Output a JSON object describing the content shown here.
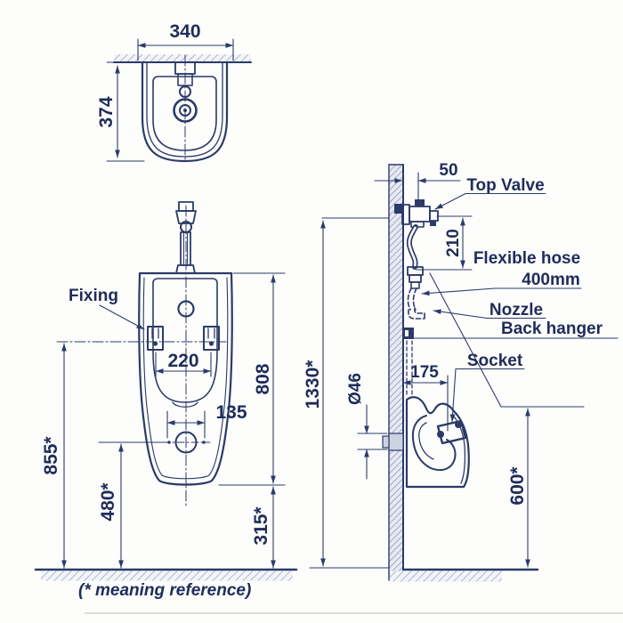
{
  "drawing": {
    "title_note": "(* meaning reference)",
    "colors": {
      "ink": "#2c3a68",
      "wall_hatch": "#8d99b8",
      "floor_hatch": "#93a0bd"
    },
    "top_view": {
      "width": "340",
      "depth": "374"
    },
    "front_view": {
      "fixing_label": "Fixing",
      "fixing_spacing": "220",
      "drain_spacing": "135",
      "body_height": "808",
      "fixing_height": "855*",
      "drain_height": "480*",
      "bottom_clearance": "315*"
    },
    "side_view": {
      "valve_offset": "50",
      "top_valve_label": "Top Valve",
      "valve_drop": "210",
      "hose_label_line1": "Flexible hose",
      "hose_label_line2": "400mm",
      "nozzle_label": "Nozzle",
      "back_hanger_label": "Back hanger",
      "socket_label": "Socket",
      "socket_depth": "175",
      "outlet_diameter": "Ø46",
      "valve_height": "1330*",
      "rim_height": "600*"
    }
  }
}
